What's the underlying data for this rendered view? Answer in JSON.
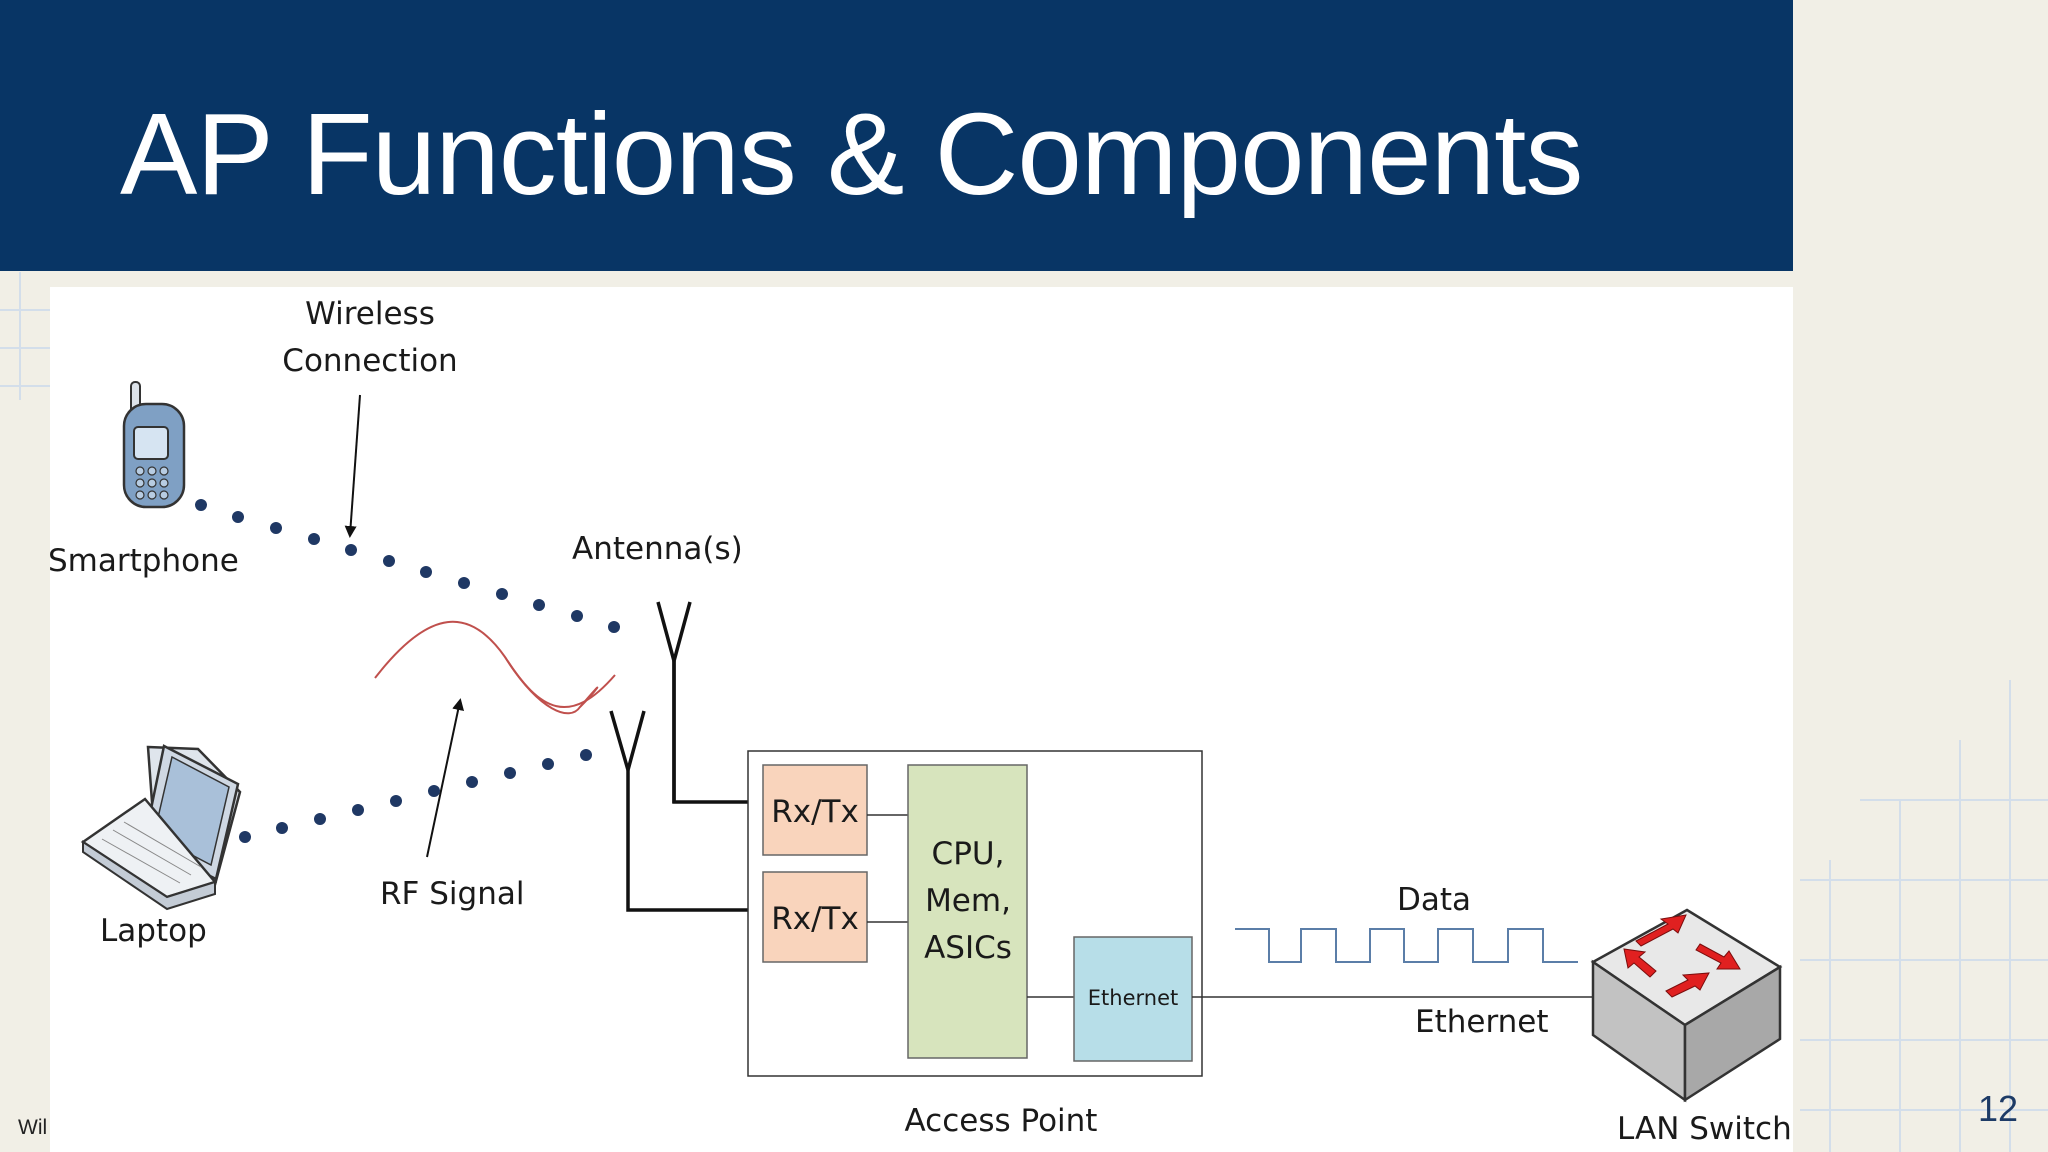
{
  "slide": {
    "title": "AP Functions & Components",
    "page_number": "12",
    "footer": "Wil"
  },
  "colors": {
    "title_bar": "#083565",
    "rx_tx_box": "#f9d4bc",
    "cpu_box": "#d7e4bd",
    "ethernet_box": "#b7dee8",
    "rf_wave": "#c0504d",
    "signal_dots": "#1f3864",
    "switch_arrows": "#e02020"
  },
  "diagram": {
    "wireless_connection_line1": "Wireless",
    "wireless_connection_line2": "Connection",
    "smartphone": "Smartphone",
    "antennas": "Antenna(s)",
    "laptop": "Laptop",
    "rf_signal": "RF Signal",
    "rx_tx_top": "Rx/Tx",
    "rx_tx_bottom": "Rx/Tx",
    "cpu_line1": "CPU,",
    "cpu_line2": "Mem,",
    "cpu_line3": "ASICs",
    "ethernet_port": "Ethernet",
    "access_point": "Access Point",
    "data": "Data",
    "ethernet_link": "Ethernet",
    "lan_switch": "LAN Switch"
  }
}
